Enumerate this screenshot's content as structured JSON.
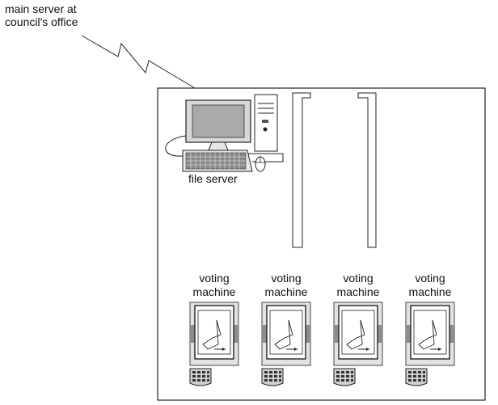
{
  "remote_server": {
    "line1": "main server at",
    "line2": "council's office"
  },
  "file_server": {
    "label": "file server"
  },
  "voting_machines": [
    {
      "line1": "voting",
      "line2": "machine"
    },
    {
      "line1": "voting",
      "line2": "machine"
    },
    {
      "line1": "voting",
      "line2": "machine"
    },
    {
      "line1": "voting",
      "line2": "machine"
    }
  ]
}
